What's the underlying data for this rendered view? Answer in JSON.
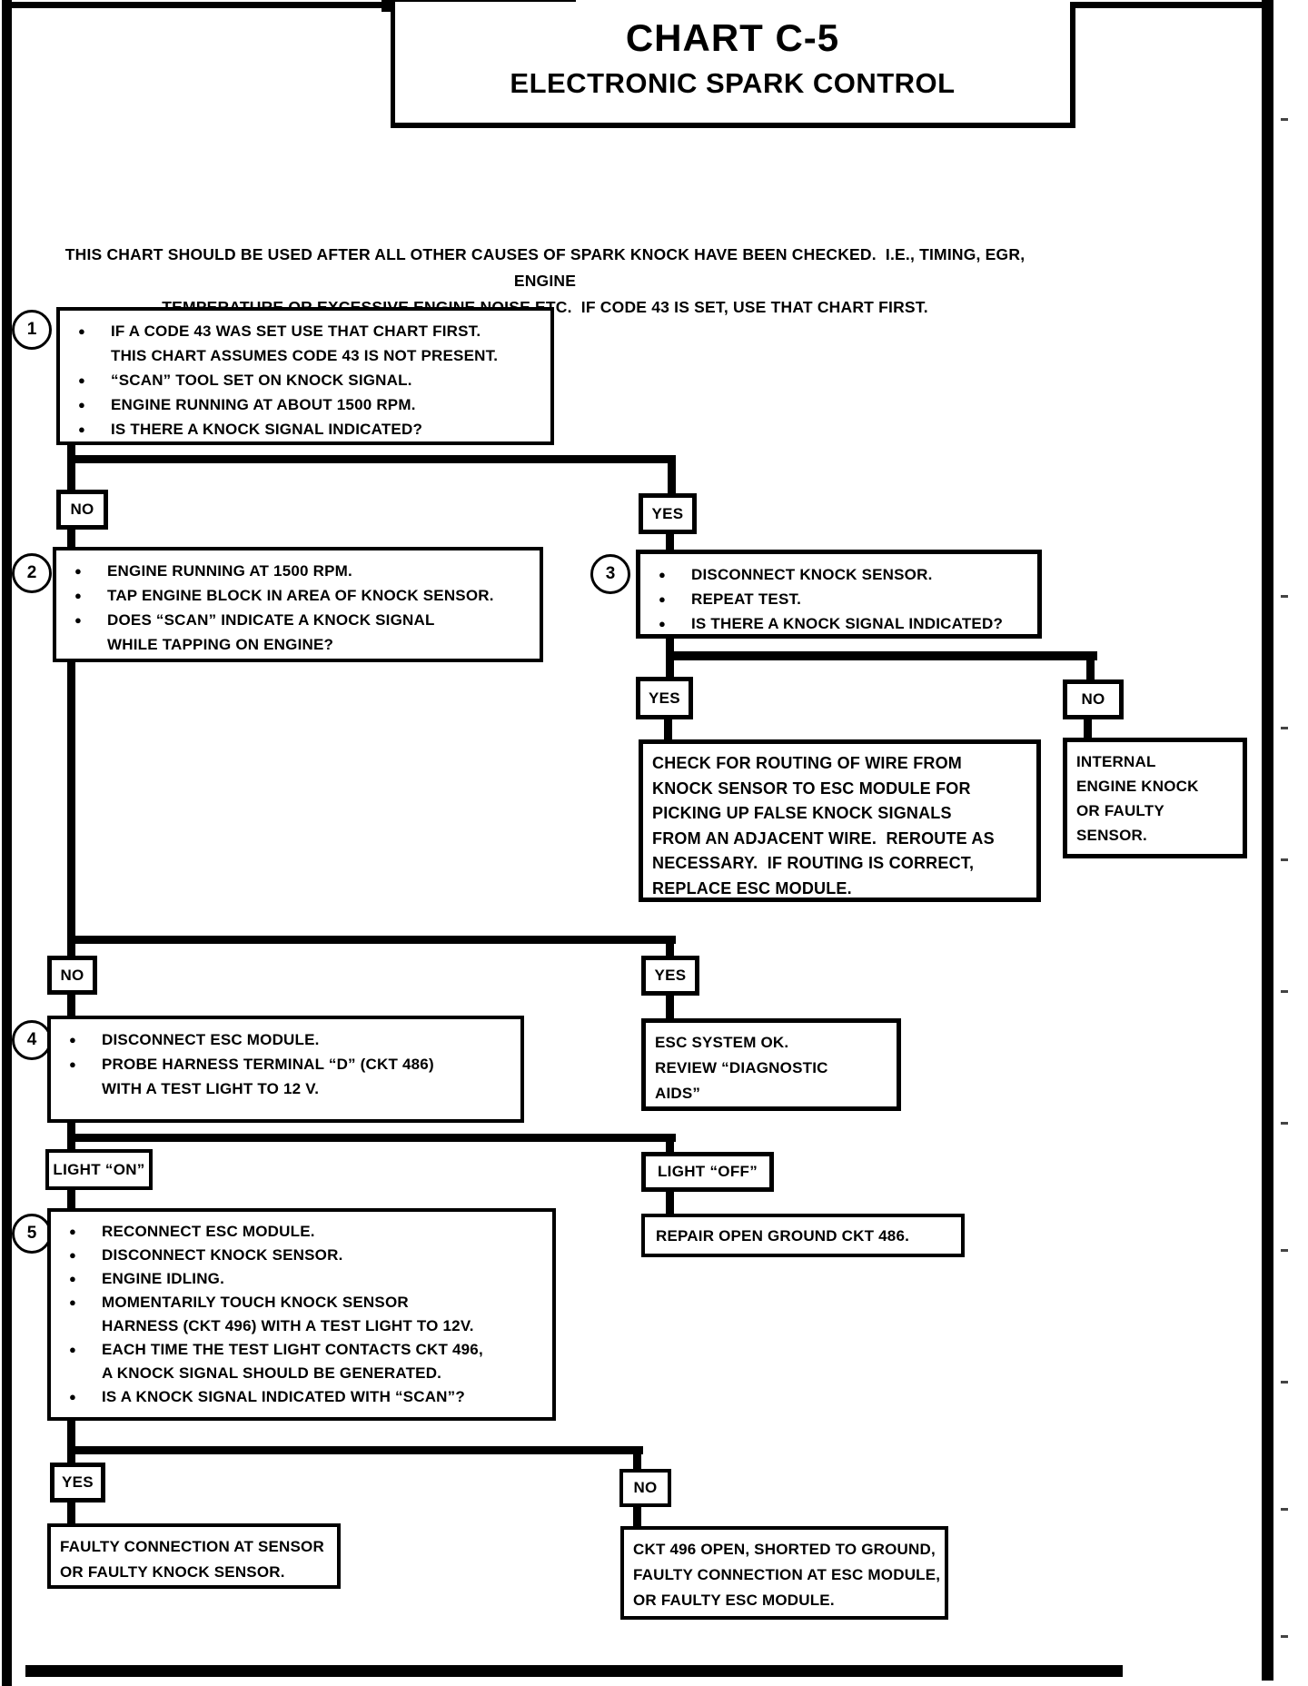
{
  "colors": {
    "ink": "#000000",
    "paper": "#ffffff"
  },
  "glyphs": {
    "bullet": "●"
  },
  "header": {
    "title": "CHART C-5",
    "subtitle": "ELECTRONIC SPARK CONTROL"
  },
  "intro": {
    "line1": "THIS CHART SHOULD BE USED AFTER ALL OTHER CAUSES OF SPARK KNOCK HAVE BEEN CHECKED.  I.E., TIMING, EGR, ENGINE",
    "line2": "TEMPERATURE OR EXCESSIVE ENGINE NOISE,ETC.  IF CODE 43 IS SET, USE THAT CHART FIRST."
  },
  "branches": {
    "no": "NO",
    "yes": "YES",
    "light_on": "LIGHT “ON”",
    "light_off": "LIGHT “OFF”"
  },
  "steps": {
    "s1": {
      "num": "1",
      "lines": [
        {
          "t": "IF A CODE 43 WAS SET USE THAT CHART FIRST."
        },
        {
          "t": "THIS CHART ASSUMES CODE 43 IS NOT PRESENT."
        },
        {
          "t": "“SCAN” TOOL SET ON KNOCK SIGNAL."
        },
        {
          "t": "ENGINE RUNNING AT ABOUT 1500 RPM."
        },
        {
          "t": "IS THERE A KNOCK SIGNAL INDICATED?"
        }
      ]
    },
    "s2": {
      "num": "2",
      "lines": [
        {
          "t": "ENGINE RUNNING AT 1500 RPM."
        },
        {
          "t": "TAP ENGINE BLOCK IN AREA OF KNOCK SENSOR."
        },
        {
          "t": "DOES “SCAN” INDICATE A KNOCK SIGNAL"
        },
        {
          "t": "WHILE TAPPING ON ENGINE?"
        }
      ]
    },
    "s3": {
      "num": "3",
      "lines": [
        {
          "t": "DISCONNECT KNOCK SENSOR."
        },
        {
          "t": "REPEAT TEST."
        },
        {
          "t": "IS THERE A KNOCK SIGNAL INDICATED?"
        }
      ]
    },
    "s4": {
      "num": "4",
      "lines": [
        {
          "t": "DISCONNECT ESC MODULE."
        },
        {
          "t": "PROBE HARNESS TERMINAL “D” (CKT 486)"
        },
        {
          "t": "WITH A TEST LIGHT TO 12 V."
        }
      ]
    },
    "s5": {
      "num": "5",
      "lines": [
        {
          "t": "RECONNECT ESC MODULE."
        },
        {
          "t": "DISCONNECT KNOCK SENSOR."
        },
        {
          "t": "ENGINE IDLING."
        },
        {
          "t": "MOMENTARILY TOUCH KNOCK SENSOR"
        },
        {
          "t": "HARNESS (CKT 496) WITH A TEST LIGHT TO 12V."
        },
        {
          "t": "EACH TIME THE TEST LIGHT CONTACTS CKT 496,"
        },
        {
          "t": "A KNOCK SIGNAL SHOULD BE GENERATED."
        },
        {
          "t": "IS A KNOCK SIGNAL INDICATED WITH “SCAN”?"
        }
      ]
    }
  },
  "terminals": {
    "check_routing": [
      "CHECK FOR ROUTING OF WIRE FROM",
      "KNOCK SENSOR TO ESC MODULE FOR",
      "PICKING UP FALSE KNOCK SIGNALS",
      "FROM AN ADJACENT WIRE.  REROUTE AS",
      "NECESSARY.  IF ROUTING IS CORRECT,",
      "REPLACE ESC MODULE."
    ],
    "internal_knock": [
      "INTERNAL",
      "ENGINE KNOCK",
      "OR FAULTY",
      "SENSOR."
    ],
    "esc_ok": [
      "ESC SYSTEM OK.",
      "REVIEW “DIAGNOSTIC",
      "AIDS”"
    ],
    "repair_ground": [
      "REPAIR OPEN GROUND CKT 486."
    ],
    "faulty_sensor": [
      "FAULTY CONNECTION AT SENSOR",
      "OR FAULTY KNOCK SENSOR."
    ],
    "ckt_open": [
      "CKT 496 OPEN, SHORTED TO GROUND,",
      "FAULTY CONNECTION AT ESC MODULE,",
      "OR FAULTY ESC MODULE."
    ]
  }
}
